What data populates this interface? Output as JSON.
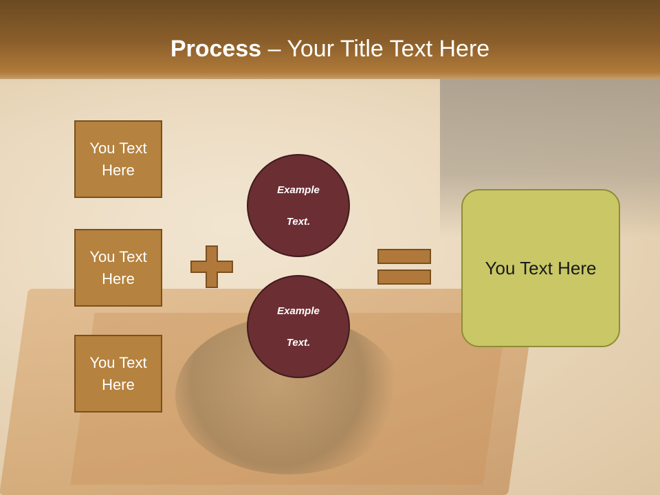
{
  "title": {
    "bold": "Process",
    "separator": " – ",
    "rest": "Your Title Text Here"
  },
  "left_boxes": [
    {
      "line1": "You Text",
      "line2": "Here"
    },
    {
      "line1": "You Text",
      "line2": "Here"
    },
    {
      "line1": "You Text",
      "line2": "Here"
    }
  ],
  "circles": [
    {
      "line1": "Example",
      "line2": "Text."
    },
    {
      "line1": "Example",
      "line2": "Text."
    }
  ],
  "result": {
    "text": "You Text Here"
  },
  "colors": {
    "box_fill": "#b5823f",
    "circle_fill": "#6b2f33",
    "result_fill": "#c9c766",
    "operator_fill": "#b0783a"
  },
  "icons": {
    "plus": "plus-icon",
    "equals": "equals-icon"
  }
}
